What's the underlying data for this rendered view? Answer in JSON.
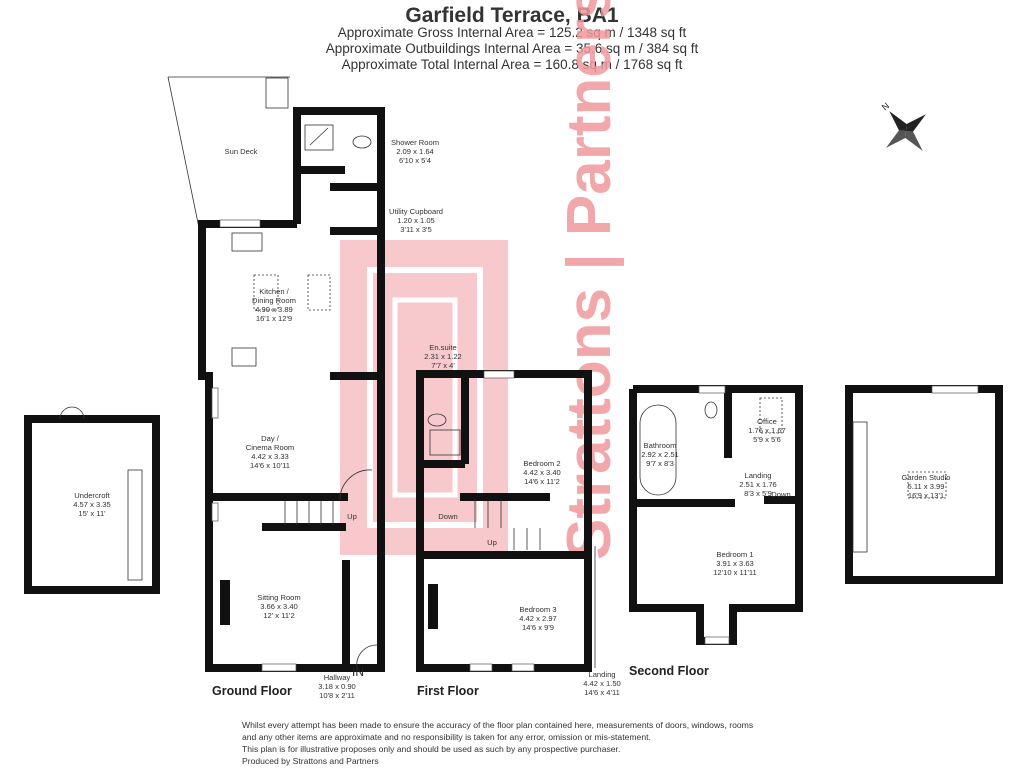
{
  "header": {
    "title": "Garfield Terrace, BA1",
    "areas": [
      "Approximate Gross Internal Area = 125.2 sq m / 1348 sq ft",
      "Approximate Outbuildings Internal Area = 35.6 sq m / 384 sq ft",
      "Approximate Total Internal Area = 160.8 sq m / 1768 sq ft"
    ]
  },
  "watermark": {
    "text": "Strattons | Partners",
    "color": "#e8474f",
    "tint": "#f7c9cc"
  },
  "compass": {
    "label": "N"
  },
  "floors": {
    "ground": "Ground Floor",
    "first": "First Floor",
    "second": "Second Floor"
  },
  "entrance": "IN",
  "rooms": [
    {
      "id": "sun-deck",
      "lines": [
        "Sun Deck"
      ]
    },
    {
      "id": "shower-room",
      "lines": [
        "Shower Room",
        "2.09 x 1.64",
        "6'10 x 5'4"
      ]
    },
    {
      "id": "utility-cupboard",
      "lines": [
        "Utility Cupboard",
        "1.20 x 1.05",
        "3'11 x 3'5"
      ]
    },
    {
      "id": "kitchen-dining-room",
      "lines": [
        "Kitchen /",
        "Dining Room",
        "4.90 x 3.89",
        "16'1 x 12'9"
      ]
    },
    {
      "id": "day-cinema-room",
      "lines": [
        "Day /",
        "Cinema Room",
        "4.42 x 3.33",
        "14'6 x 10'11"
      ]
    },
    {
      "id": "sitting-room",
      "lines": [
        "Sitting Room",
        "3.66 x 3.40",
        "12' x 11'2"
      ]
    },
    {
      "id": "hallway",
      "lines": [
        "Hallway",
        "3.18 x 0.90",
        "10'8 x 2'11"
      ]
    },
    {
      "id": "undercroft",
      "lines": [
        "Undercroft",
        "4.57 x 3.35",
        "15' x 11'"
      ]
    },
    {
      "id": "en-suite",
      "lines": [
        "En.suite",
        "2.31 x 1.22",
        "7'7 x 4'"
      ]
    },
    {
      "id": "bedroom-2",
      "lines": [
        "Bedroom 2",
        "4.42 x 3.40",
        "14'6 x 11'2"
      ]
    },
    {
      "id": "bedroom-3",
      "lines": [
        "Bedroom 3",
        "4.42 x 2.97",
        "14'6 x 9'9"
      ]
    },
    {
      "id": "landing-first",
      "lines": [
        "Landing",
        "4.42 x 1.50",
        "14'6 x 4'11"
      ]
    },
    {
      "id": "office",
      "lines": [
        "Office",
        "1.76 x 1.67",
        "5'9 x 5'6"
      ]
    },
    {
      "id": "bathroom",
      "lines": [
        "Bathroom",
        "2.92 x 2.51",
        "9'7 x 8'3"
      ]
    },
    {
      "id": "landing-second",
      "lines": [
        "Landing",
        "2.51 x 1.76",
        "8'3 x 5'9"
      ]
    },
    {
      "id": "bedroom-1",
      "lines": [
        "Bedroom 1",
        "3.91 x 3.63",
        "12'10 x 11'11"
      ]
    },
    {
      "id": "garden-studio",
      "lines": [
        "Garden Studio",
        "5.11 x 3.99",
        "16'9 x 13'1"
      ]
    }
  ],
  "stairs": {
    "up": "Up",
    "down": "Down"
  },
  "disclaimer": [
    "Whilst every attempt has been made to ensure the accuracy of the floor plan contained here, measurements of doors, windows, rooms",
    "and any other items are approximate and no responsibility is taken for any error, omission or mis-statement.",
    "This plan is for illustrative proposes only and should be used as such by any prospective purchaser.",
    "Produced by Strattons and Partners"
  ]
}
